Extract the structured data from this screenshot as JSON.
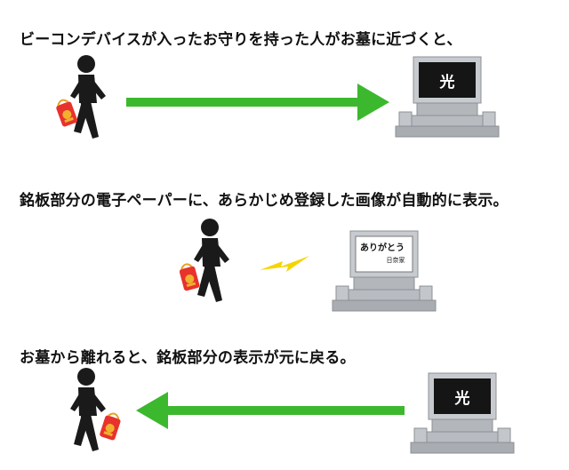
{
  "steps": [
    {
      "caption": "ビーコンデバイスが入ったお守りを持った人がお墓に近づくと、",
      "plate_text": "光"
    },
    {
      "caption": "銘板部分の電子ペーパーに、あらかじめ登録した画像が自動的に表示。",
      "plate_text_line1": "ありがとう",
      "plate_text_line2": "日奈家"
    },
    {
      "caption": "お墓から離れると、銘板部分の表示が元に戻る。",
      "plate_text": "光"
    }
  ],
  "colors": {
    "arrow": "#3cb82e",
    "lightning": "#f5d400",
    "stone": "#a9adb2",
    "plate_dark": "#151515",
    "omamori": "#e8322c"
  }
}
